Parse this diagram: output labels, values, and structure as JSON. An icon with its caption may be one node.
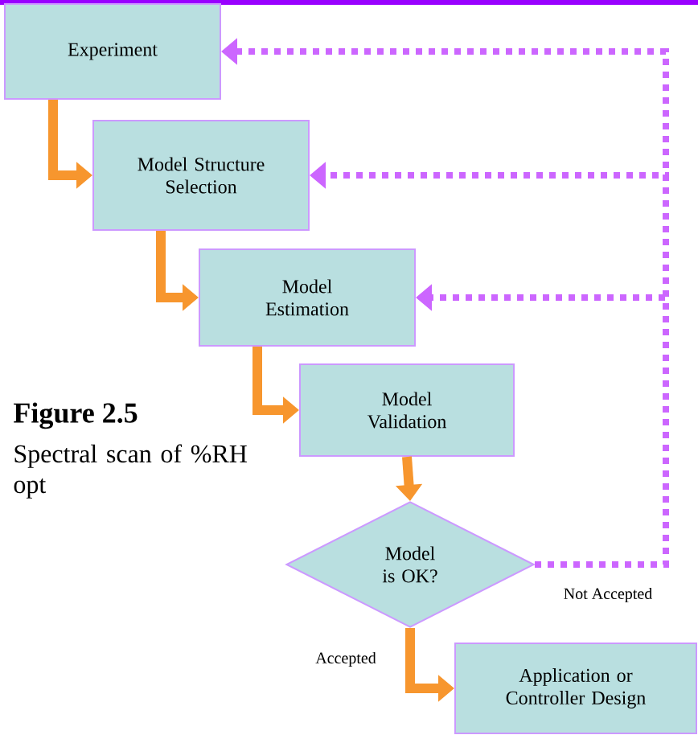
{
  "diagram": {
    "title": "Figure 2.5",
    "caption": "Spectral scan of %RH opt",
    "nodes": [
      {
        "text": [
          "Experiment"
        ]
      },
      {
        "text": [
          "Model Structure Selection"
        ]
      },
      {
        "text": [
          "Model Estimation"
        ]
      },
      {
        "text": [
          "Model Validation"
        ]
      },
      {
        "text": [
          "Model is OK?"
        ]
      },
      {
        "text": [
          "Application or Controller Design"
        ]
      }
    ],
    "edges": [
      {
        "from": 0,
        "to": 1,
        "arrow": "to"
      },
      {
        "from": 1,
        "to": 2,
        "arrow": "to"
      },
      {
        "from": 2,
        "to": 3,
        "arrow": "to"
      },
      {
        "from": 3,
        "to": 4,
        "arrow": "to"
      },
      {
        "from": 4,
        "to": 5,
        "arrow": "to",
        "label": "Accepted"
      },
      {
        "from": 4,
        "to": 0,
        "arrow": "to",
        "label": "Not Accepted",
        "style": "dashed",
        "color": "#cc66ff"
      },
      {
        "from": 4,
        "to": 1,
        "arrow": "to",
        "style": "dashed",
        "color": "#cc66ff"
      },
      {
        "from": 4,
        "to": 2,
        "arrow": "to",
        "style": "dashed",
        "color": "#cc66ff"
      }
    ]
  }
}
